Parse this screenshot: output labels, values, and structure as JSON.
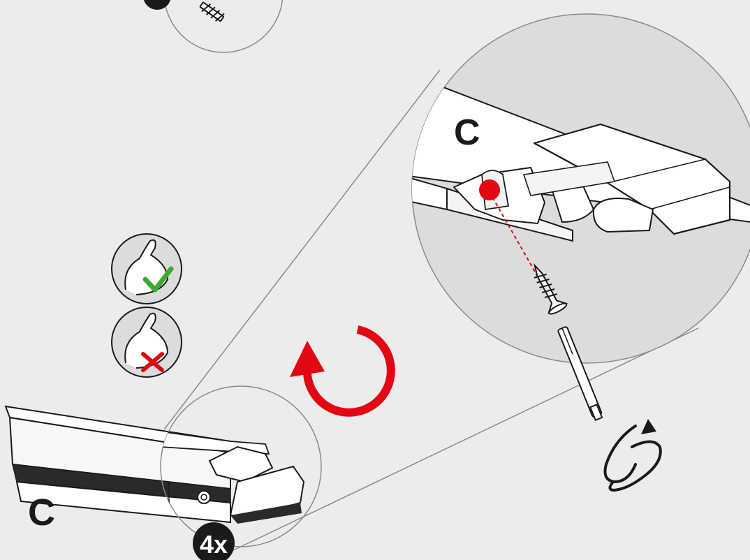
{
  "labels": {
    "part_label_zoom": "C",
    "part_label_main": "C",
    "quantity_badge": "4x"
  },
  "colors": {
    "background": "#ececec",
    "accent_red": "#e30613",
    "check_green": "#3aaa35",
    "line": "#1a1a1a",
    "zoom_fill": "#dcdcdc"
  },
  "icons": [
    "screw-icon",
    "arm-strength-ok-icon",
    "arm-strength-not-ok-icon",
    "rotate-arrow-icon",
    "screwdriver-twist-icon"
  ]
}
